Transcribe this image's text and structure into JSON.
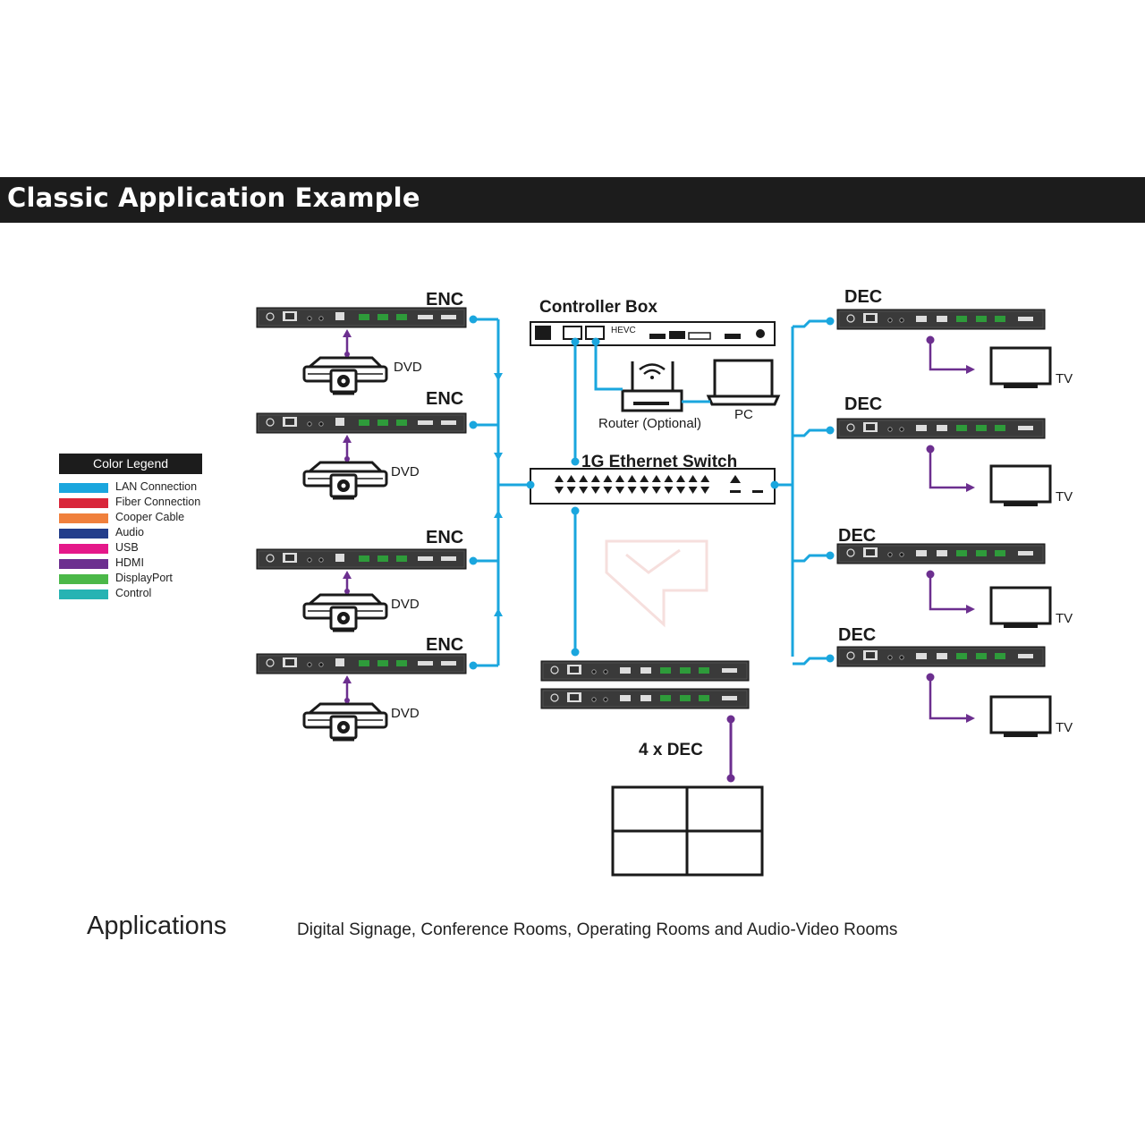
{
  "header": {
    "title": "Classic Application Example"
  },
  "legend": {
    "title": "Color Legend",
    "items": [
      {
        "label": "LAN Connection",
        "color": "#1aa6de"
      },
      {
        "label": "Fiber Connection",
        "color": "#d9263a"
      },
      {
        "label": "Cooper Cable",
        "color": "#f0803c"
      },
      {
        "label": "Audio",
        "color": "#233e8b"
      },
      {
        "label": "USB",
        "color": "#e5188a"
      },
      {
        "label": "HDMI",
        "color": "#6c2f8f"
      },
      {
        "label": "DisplayPort",
        "color": "#4bb848"
      },
      {
        "label": "Control",
        "color": "#26b3b3"
      }
    ]
  },
  "diagram": {
    "encoders": [
      {
        "label": "ENC",
        "source": "DVD"
      },
      {
        "label": "ENC",
        "source": "DVD"
      },
      {
        "label": "ENC",
        "source": "DVD"
      },
      {
        "label": "ENC",
        "source": "DVD"
      }
    ],
    "decoders": [
      {
        "label": "DEC",
        "display": "TV"
      },
      {
        "label": "DEC",
        "display": "TV"
      },
      {
        "label": "DEC",
        "display": "TV"
      },
      {
        "label": "DEC",
        "display": "TV"
      }
    ],
    "controller": {
      "label": "Controller Box",
      "model": "HEVC"
    },
    "router": {
      "label": "Router (Optional)"
    },
    "pc": {
      "label": "PC"
    },
    "switch": {
      "label": "1G Ethernet Switch"
    },
    "video_wall": {
      "label": "4 x DEC"
    }
  },
  "applications": {
    "title": "Applications",
    "description": "Digital Signage, Conference Rooms, Operating Rooms and Audio-Video Rooms"
  }
}
